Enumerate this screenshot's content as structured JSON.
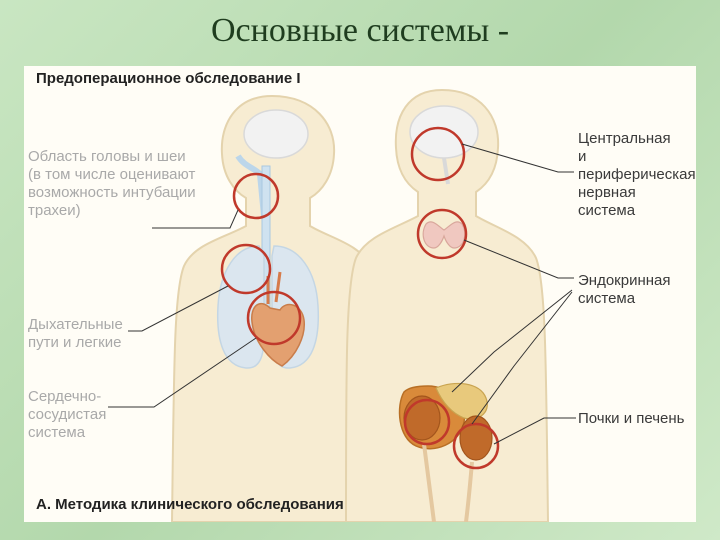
{
  "title": "Основные системы -",
  "figure": {
    "header": "Предоперационное обследование I",
    "caption": "А. Методика клинического обследования",
    "left_labels": {
      "head_neck": "Область головы и шеи\n(в том числе оценивают\nвозможность интубации\nтрахеи)",
      "respiratory": "Дыхательные\nпути и легкие",
      "cardio": "Сердечно-\nсосудистая\nсистема"
    },
    "right_labels": {
      "nervous": "Центральная\nи периферическая\nнервная система",
      "endocrine": "Эндокринная\nсистема",
      "kidneys_liver": "Почки и печень"
    }
  },
  "colors": {
    "circle": "#c0392b",
    "body_fill": "#f7ecd2",
    "body_stroke": "#e4d3ad",
    "lung": "#dbe6ef",
    "heart": "#e3a070",
    "liver": "#d98a3a",
    "gland": "#f0c8c0"
  }
}
